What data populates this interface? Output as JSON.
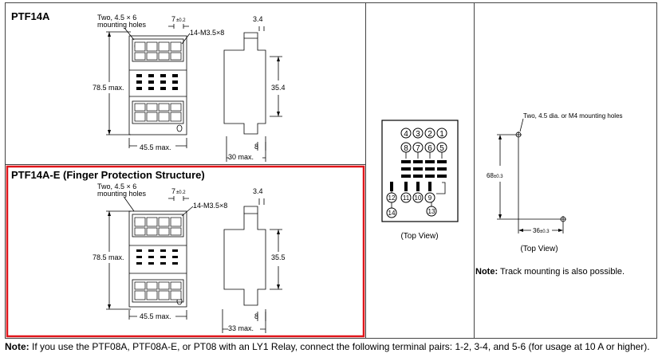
{
  "ptf14a": {
    "title": "PTF14A",
    "mounting_holes": [
      "Two, 4.5 × 6",
      "mounting holes"
    ],
    "pitch_value": "7",
    "pitch_tol": "±0.2",
    "screw": "14-M3.5×8",
    "side_top": "3.4",
    "height": "78.5 max.",
    "side_h": "35.4",
    "width": "45.5 max.",
    "depth": "30 max.",
    "bottom": "8"
  },
  "ptf14ae": {
    "title": "PTF14A-E (Finger Protection Structure)",
    "mounting_holes": [
      "Two, 4.5 × 6",
      "mounting holes"
    ],
    "pitch_value": "7",
    "pitch_tol": "±0.2",
    "screw": "14-M3.5×8",
    "side_top": "3.4",
    "height": "78.5 max.",
    "side_h": "35.5",
    "width": "45.5 max.",
    "depth": "33 max.",
    "bottom": "8"
  },
  "terminal": {
    "numbers_row1": [
      "4",
      "3",
      "2",
      "1"
    ],
    "numbers_row2": [
      "8",
      "7",
      "6",
      "5"
    ],
    "numbers_row3": [
      "12",
      "11",
      "10",
      "9"
    ],
    "n14": "14",
    "n13": "13",
    "caption": "(Top View)"
  },
  "mounting": {
    "holes_label": "Two, 4.5 dia. or M4 mounting holes",
    "v_value": "68",
    "v_tol": "±0.3",
    "h_value": "36",
    "h_tol": "±0.3",
    "caption": "(Top View)",
    "note_label": "Note:",
    "note_text": " Track mounting is also possible."
  },
  "footer": {
    "label": "Note:",
    "text": " If you use the PTF08A, PTF08A-E, or PT08 with an LY1 Relay, connect the following terminal pairs: 1-2, 3-4, and 5-6 (for usage at 10 A or higher)."
  },
  "colors": {
    "highlight": "#e0161b",
    "line": "#000000",
    "grid": "#444444"
  }
}
